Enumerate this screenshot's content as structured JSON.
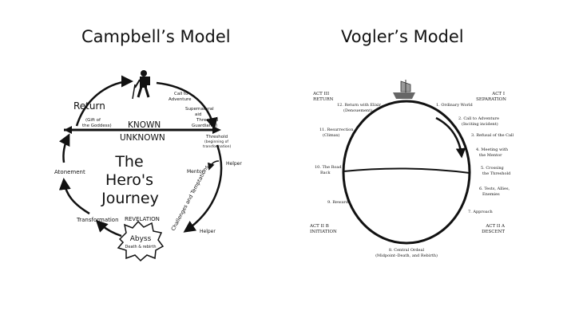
{
  "left_title": "Campbell’s Model",
  "right_title": "Vogler’s Model",
  "campbell": {
    "return": "Return",
    "gift": [
      "(Gift of",
      "the Goddess)"
    ],
    "call": [
      "Call to",
      "Adventure"
    ],
    "supernatural": [
      "Supernatural",
      "aid"
    ],
    "threshold_guardian": [
      "Threshold",
      "Guardian(s)"
    ],
    "known": "KNOWN",
    "unknown": "UNKNOWN",
    "threshold": [
      "Threshold",
      "(beginning of",
      "transformation)"
    ],
    "title_lines": [
      "The",
      "Hero's",
      "Journey"
    ],
    "helper": "Helper",
    "mentor": "Mentor",
    "atonement": "Atonement",
    "challenges": "Challenges and Temptations",
    "transformation": "Transformation",
    "revelation": "REVELATION",
    "abyss": "Abyss",
    "death_rebirth": "Death & rebirth",
    "helper2": "Helper"
  },
  "vogler": {
    "act3": [
      "ACT III",
      "RETURN"
    ],
    "act1": [
      "ACT I",
      "SEPARATION"
    ],
    "act2b": [
      "ACT II B",
      "INITIATION"
    ],
    "act2a": [
      "ACT II A",
      "DESCENT"
    ],
    "s1": "1. Ordinary World",
    "s2": [
      "2. Call to Adventure",
      "(Inciting incident)"
    ],
    "s3": "3. Refusal of the Call",
    "s4": [
      "4. Meeting with",
      "the Mentor"
    ],
    "s5": [
      "5. Crossing",
      "the Threshold"
    ],
    "s6": [
      "6. Tests, Allies,",
      "Enemies"
    ],
    "s7": "7. Approach",
    "s8": [
      "8. Central Ordeal",
      "(Midpoint–Death, and Rebirth)"
    ],
    "s9": "9. Reward",
    "s10": [
      "10. The Road",
      "Back"
    ],
    "s11": [
      "11. Resurrection",
      "(Climax)"
    ],
    "s12": [
      "12. Return with Elixir",
      "(Denouement)"
    ]
  }
}
